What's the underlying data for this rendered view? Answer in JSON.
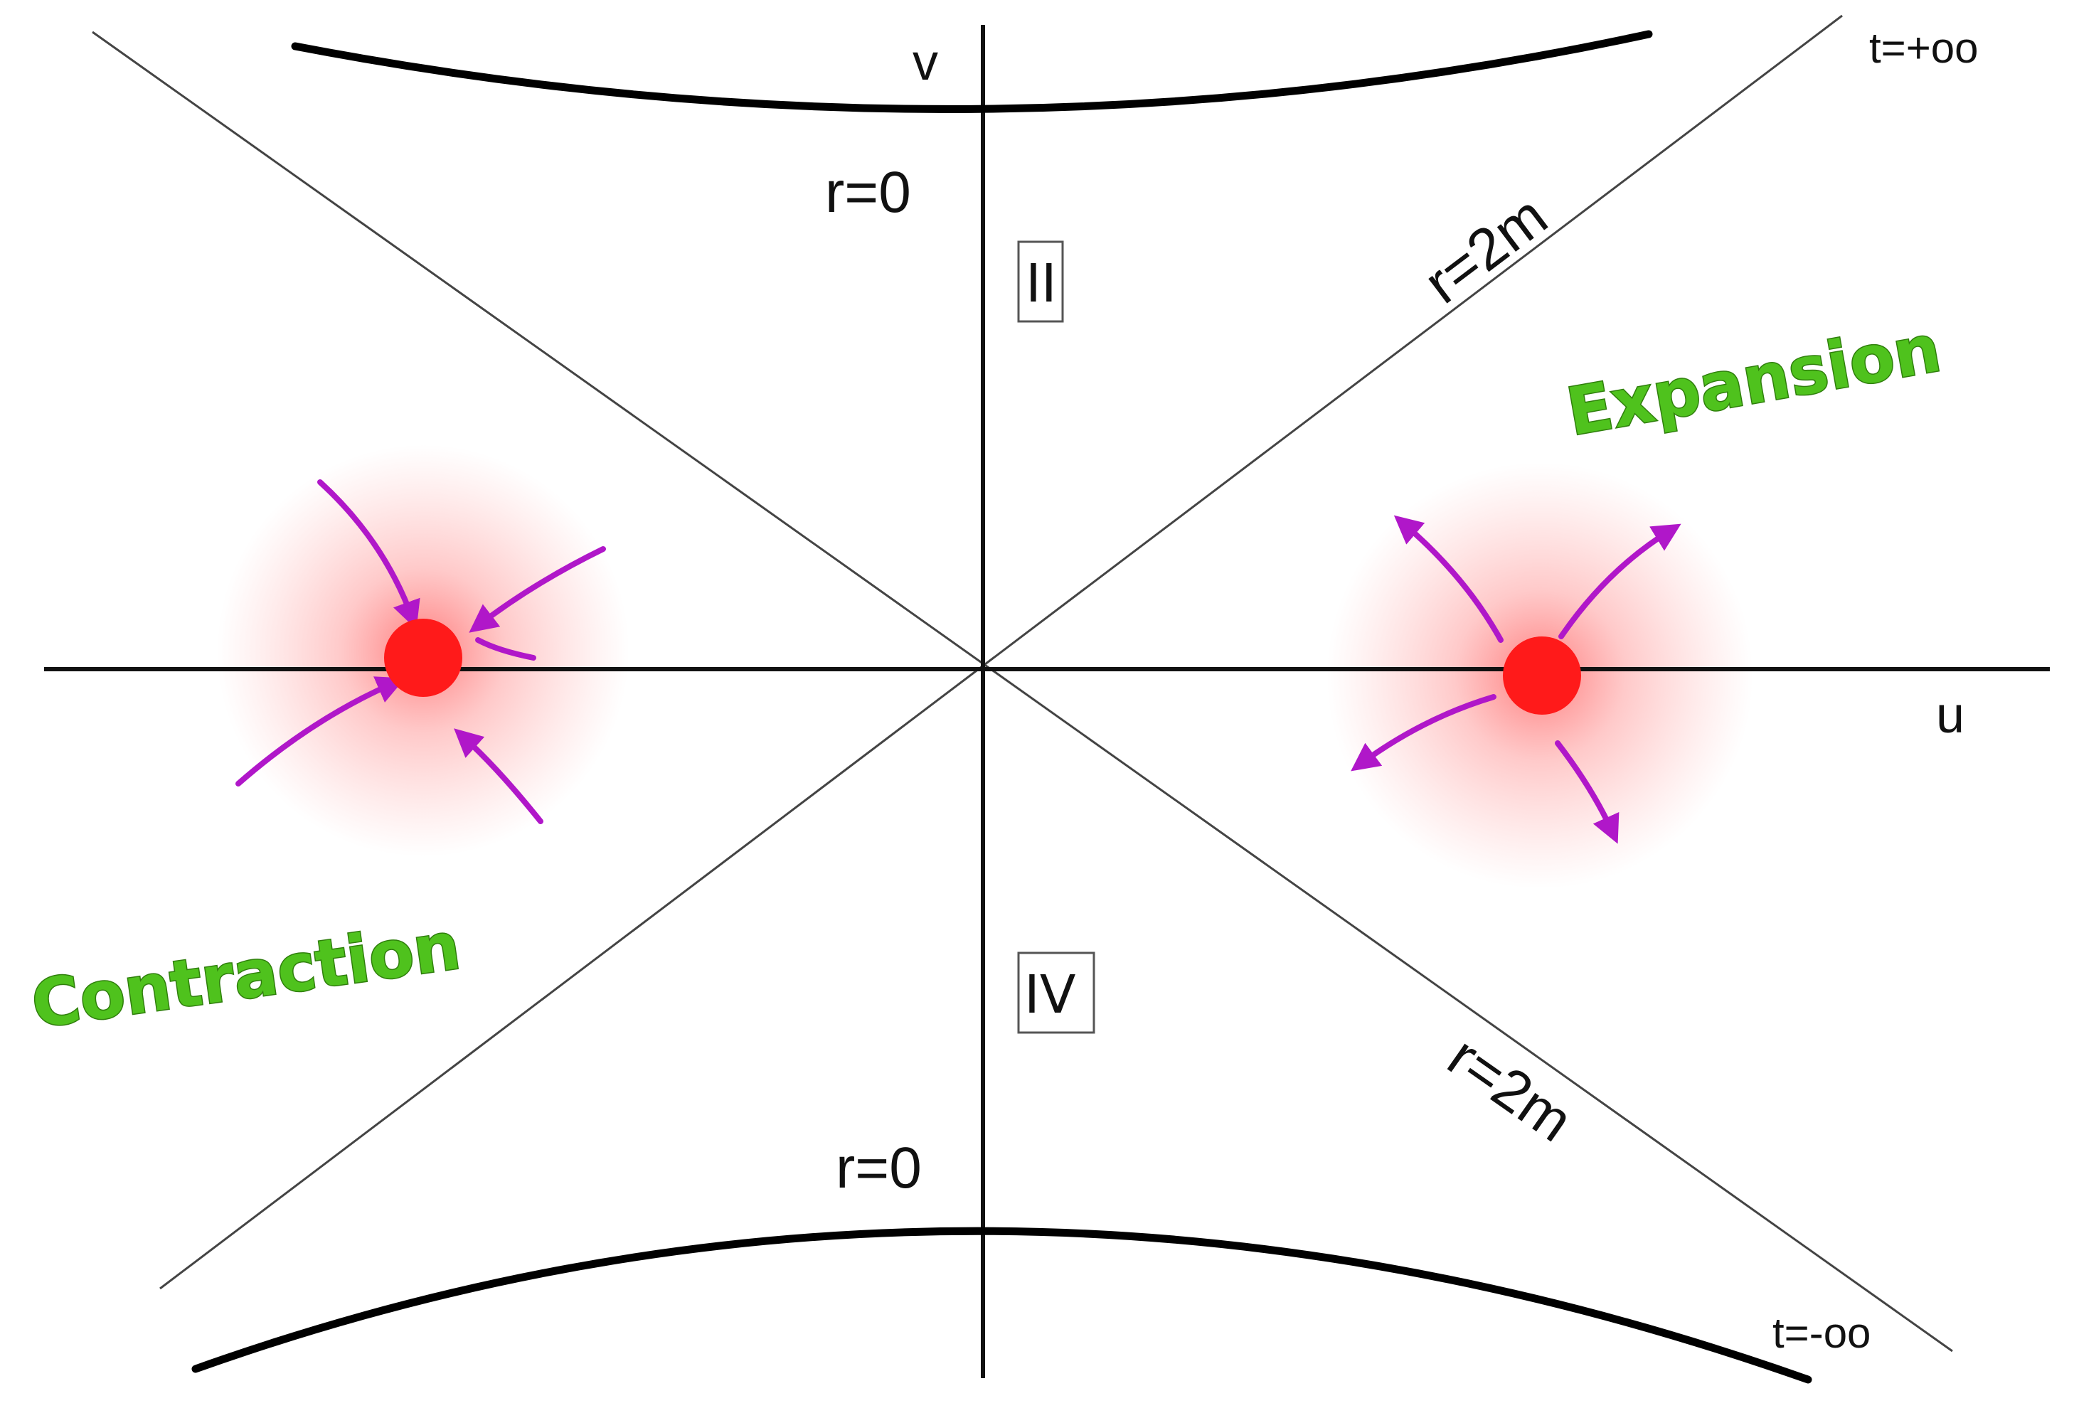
{
  "axes": {
    "v_label": "v",
    "u_label": "u"
  },
  "singularity": {
    "top_label": "r=0",
    "bottom_label": "r=0"
  },
  "horizon": {
    "upper_label": "r=2m",
    "lower_label": "r=2m"
  },
  "time_labels": {
    "future": "t=+oo",
    "past": "t=-oo"
  },
  "regions": {
    "upper": "II",
    "lower": "IV"
  },
  "annotations": {
    "expansion": "Expansion",
    "contraction": "Contraction"
  },
  "colors": {
    "axis": "#111111",
    "diagonal": "#333333",
    "singularity": "#000000",
    "dot": "#ff1a1a",
    "glow": "#ff3030",
    "arrow": "#b017c9",
    "text_green": "#4fc21d"
  },
  "icons": {
    "contraction_arrows": "inward-arrows-icon",
    "expansion_arrows": "outward-arrows-icon"
  }
}
